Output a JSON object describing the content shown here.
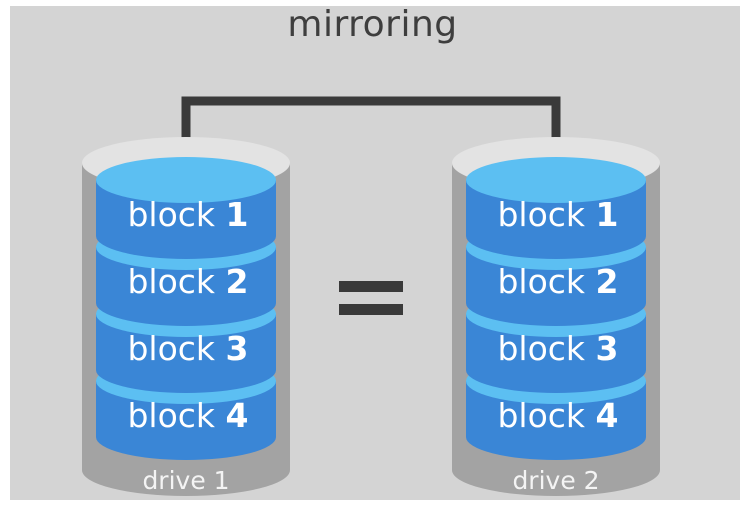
{
  "title": "mirroring",
  "drives": [
    {
      "label": "drive 1",
      "blocks": [
        {
          "word": "block",
          "number": "1"
        },
        {
          "word": "block",
          "number": "2"
        },
        {
          "word": "block",
          "number": "3"
        },
        {
          "word": "block",
          "number": "4"
        }
      ]
    },
    {
      "label": "drive 2",
      "blocks": [
        {
          "word": "block",
          "number": "1"
        },
        {
          "word": "block",
          "number": "2"
        },
        {
          "word": "block",
          "number": "3"
        },
        {
          "word": "block",
          "number": "4"
        }
      ]
    }
  ],
  "colors": {
    "panel_bg": "#d4d4d4",
    "drive_body": "#a3a3a3",
    "drive_body_dark": "#8f8f8f",
    "drive_top": "#e3e3e3",
    "block_side": "#3a86d6",
    "block_side_dark": "#2f74c2",
    "block_top": "#5cbff2",
    "connector": "#3a3a3a",
    "equals": "#3a3a3a",
    "label_text": "#ffffff"
  }
}
